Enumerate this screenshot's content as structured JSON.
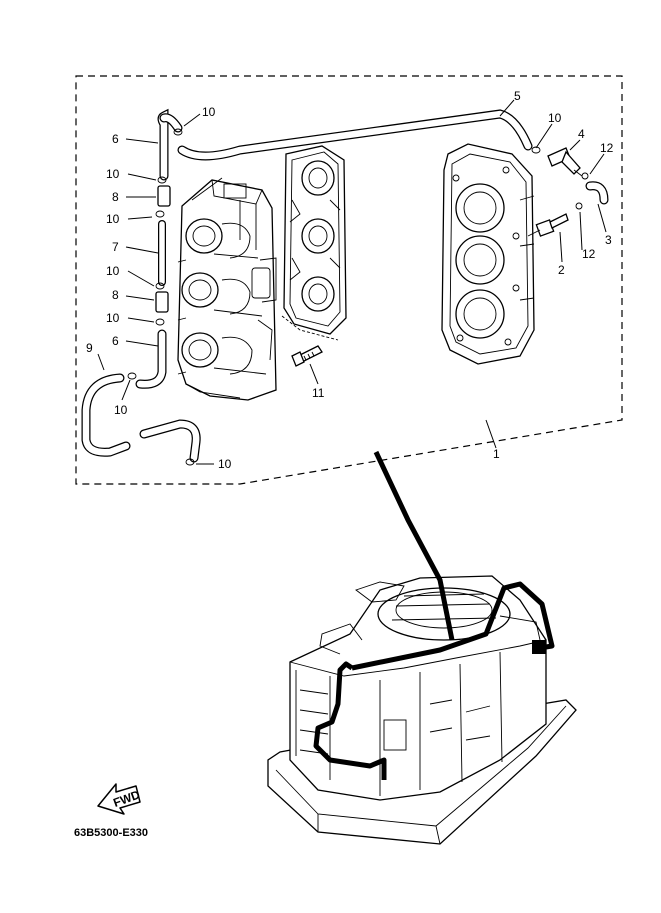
{
  "diagram": {
    "callouts": [
      {
        "id": "c1",
        "text": "1"
      },
      {
        "id": "c2",
        "text": "2"
      },
      {
        "id": "c3",
        "text": "3"
      },
      {
        "id": "c4",
        "text": "4"
      },
      {
        "id": "c5",
        "text": "5"
      },
      {
        "id": "c6a",
        "text": "6"
      },
      {
        "id": "c6b",
        "text": "6"
      },
      {
        "id": "c7",
        "text": "7"
      },
      {
        "id": "c8a",
        "text": "8"
      },
      {
        "id": "c8b",
        "text": "8"
      },
      {
        "id": "c9",
        "text": "9"
      },
      {
        "id": "c10a",
        "text": "10"
      },
      {
        "id": "c10b",
        "text": "10"
      },
      {
        "id": "c10c",
        "text": "10"
      },
      {
        "id": "c10d",
        "text": "10"
      },
      {
        "id": "c10e",
        "text": "10"
      },
      {
        "id": "c10f",
        "text": "10"
      },
      {
        "id": "c10g",
        "text": "10"
      },
      {
        "id": "c10h",
        "text": "10"
      },
      {
        "id": "c11",
        "text": "11"
      },
      {
        "id": "c12a",
        "text": "12"
      },
      {
        "id": "c12b",
        "text": "12"
      }
    ],
    "fwd_label": "FWD",
    "drawing_code": "63B5300-E330"
  }
}
